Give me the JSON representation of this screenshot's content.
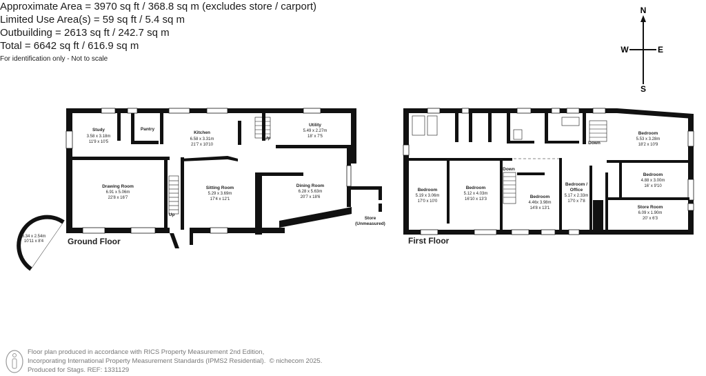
{
  "header": {
    "area_lines": [
      "Approximate Area = 3970 sq ft / 368.8 sq m (excludes store / carport)",
      "Limited Use Area(s) = 59 sq ft / 5.4 sq m",
      "Outbuilding = 2613 sq ft / 242.7 sq m",
      "Total = 6642 sq ft / 616.9 sq m"
    ],
    "note": "For identification only - Not to scale"
  },
  "compass": {
    "n": "N",
    "s": "S",
    "e": "E",
    "w": "W"
  },
  "ground_floor": {
    "title": "Ground Floor",
    "rooms": [
      {
        "name": "Study",
        "metric": "3.58 x 3.18m",
        "imperial": "11'9 x 10'5"
      },
      {
        "name": "Pantry",
        "metric": "",
        "imperial": ""
      },
      {
        "name": "Kitchen",
        "metric": "6.58 x 3.31m",
        "imperial": "21'7 x 10'10"
      },
      {
        "name": "Utility",
        "metric": "5.49 x 2.27m",
        "imperial": "18' x 7'5"
      },
      {
        "name": "Drawing Room",
        "metric": "6.91 x 5.06m",
        "imperial": "22'8 x 16'7"
      },
      {
        "name": "Sitting Room",
        "metric": "5.29 x 3.69m",
        "imperial": "17'4 x 12'1"
      },
      {
        "name": "Dining Room",
        "metric": "6.28 x 5.63m",
        "imperial": "20'7 x 18'6"
      },
      {
        "name": "Store",
        "metric": "(Unmeasured)",
        "imperial": ""
      },
      {
        "name": "",
        "metric": "3.34 x 2.54m",
        "imperial": "10'11 x 8'4"
      }
    ],
    "stairs": [
      "Up",
      "Up"
    ]
  },
  "first_floor": {
    "title": "First Floor",
    "rooms": [
      {
        "name": "Bedroom",
        "metric": "5.19 x 3.06m",
        "imperial": "17'0 x 10'0"
      },
      {
        "name": "Bedroom",
        "metric": "5.12 x 4.03m",
        "imperial": "16'10 x 13'3"
      },
      {
        "name": "Bedroom",
        "metric": "4.46x 3.98m",
        "imperial": "14'8 x 13'1"
      },
      {
        "name": "Bedroom /",
        "name2": "Office",
        "metric": "5.17 x 2.33m",
        "imperial": "17'0 x 7'8"
      },
      {
        "name": "Bedroom",
        "metric": "5.53 x 3.28m",
        "imperial": "18'2 x 10'9"
      },
      {
        "name": "Bedroom",
        "metric": "4.88 x 3.00m",
        "imperial": "16' x 9'10"
      },
      {
        "name": "Store Room",
        "metric": "6.09 x 1.90m",
        "imperial": "20' x 6'3"
      }
    ],
    "stairs": [
      "Down",
      "Down"
    ]
  },
  "footer": {
    "lines": [
      "Floor plan produced in accordance with RICS Property Measurement 2nd Edition,",
      "Incorporating International Property Measurement Standards (IPMS2 Residential).",
      "Produced for Stags.   REF: 1331129"
    ],
    "copyright": "© nichecom 2025."
  }
}
